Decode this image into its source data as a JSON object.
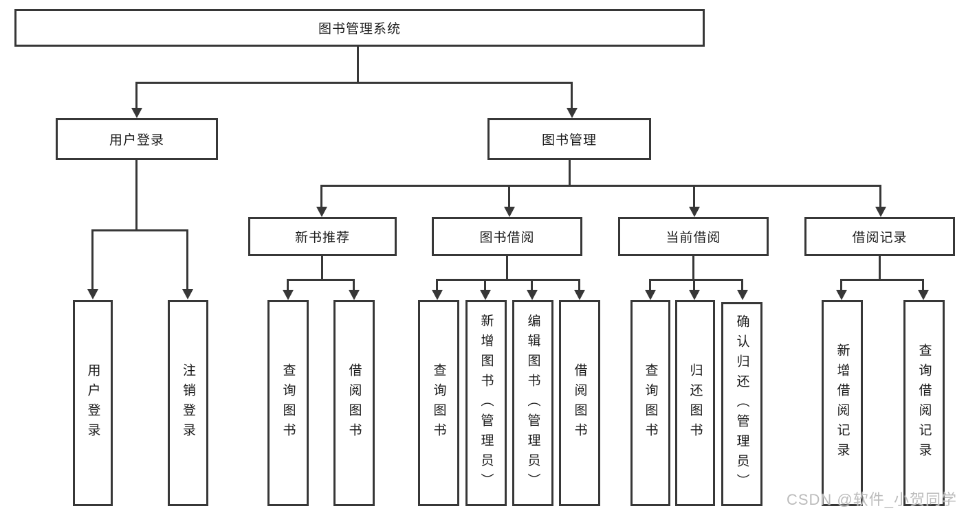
{
  "colors": {
    "line": "#373737",
    "text": "#1b1b1b",
    "box_fill": "#ffffff",
    "watermark": "#bcbcbc"
  },
  "tree": {
    "root": {
      "label": "图书管理系统"
    },
    "user_branch": {
      "label": "用户登录",
      "leaves": [
        {
          "label": "用户登录"
        },
        {
          "label": "注销登录"
        }
      ]
    },
    "book_branch": {
      "label": "图书管理",
      "sections": [
        {
          "label": "新书推荐",
          "leaves": [
            {
              "label": "查询图书"
            },
            {
              "label": "借阅图书"
            }
          ]
        },
        {
          "label": "图书借阅",
          "leaves": [
            {
              "label": "查询图书"
            },
            {
              "label": "新增图书（管理员）"
            },
            {
              "label": "编辑图书（管理员）"
            },
            {
              "label": "借阅图书"
            }
          ]
        },
        {
          "label": "当前借阅",
          "leaves": [
            {
              "label": "查询图书"
            },
            {
              "label": "归还图书"
            },
            {
              "label": "确认归还（管理员）"
            }
          ]
        },
        {
          "label": "借阅记录",
          "leaves": [
            {
              "label": "新增借阅记录"
            },
            {
              "label": "查询借阅记录"
            }
          ]
        }
      ]
    }
  },
  "watermark": {
    "text": "CSDN @软件_小贺同学"
  }
}
